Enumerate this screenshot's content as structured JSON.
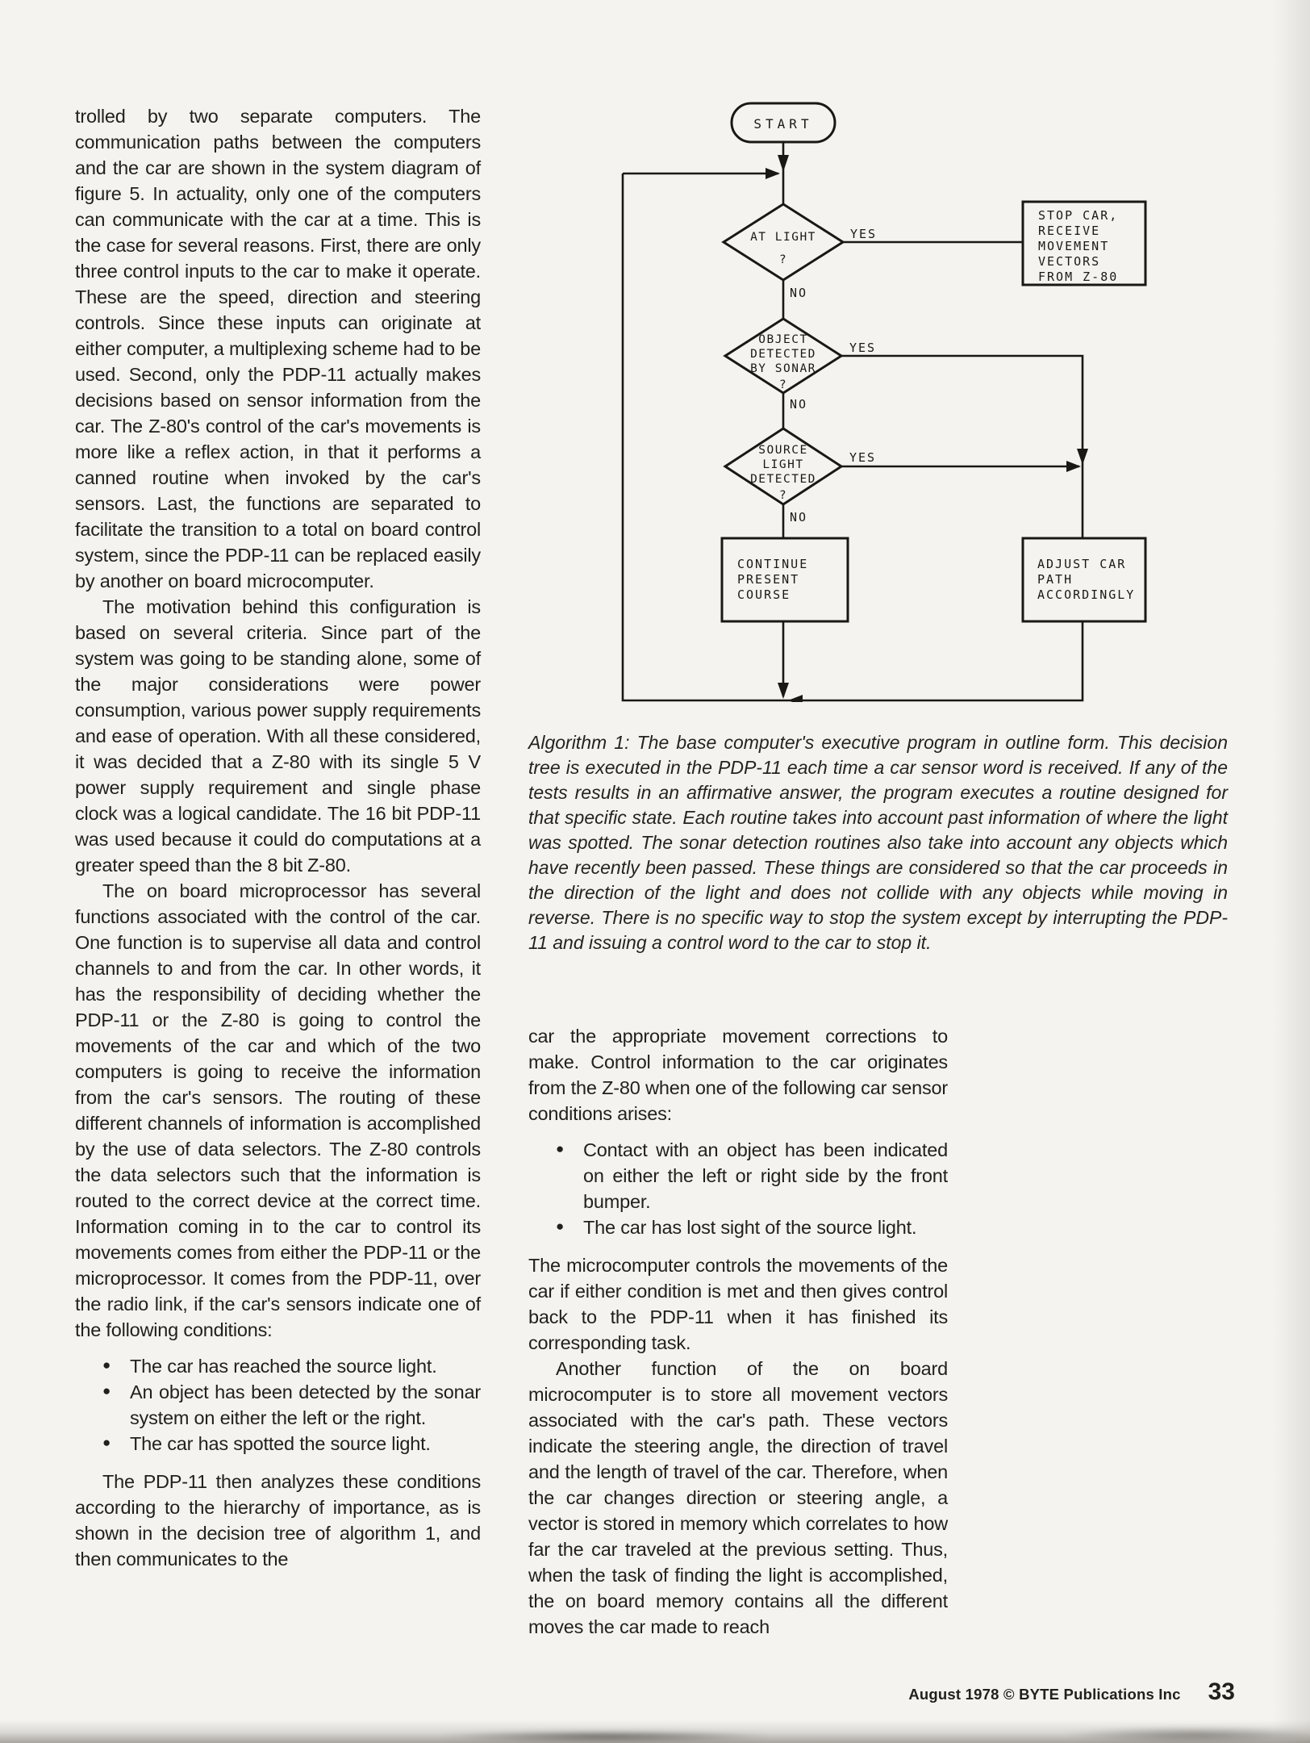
{
  "page": {
    "paper_color": "#f4f3f0",
    "ink_color": "#221f1c",
    "footer": {
      "credit": "August 1978 © BYTE Publications Inc",
      "page_number": "33"
    }
  },
  "article": {
    "left_column": {
      "paragraphs": [
        "trolled by two separate computers. The communication paths between the computers and the car are shown in the system diagram of figure 5. In actuality, only one of the computers can communicate with the car at a time. This is the case for several reasons. First, there are only three control inputs to the car to make it operate. These are the speed, direction and steering controls. Since these inputs can originate at either computer, a multiplexing scheme had to be used. Second, only the PDP-11 actually makes decisions based on sensor information from the car. The Z-80's control of the car's movements is more like a reflex action, in that it performs a canned routine when invoked by the car's sensors. Last, the functions are separated to facilitate the transition to a total on board control system, since the PDP-11 can be replaced easily by another on board microcomputer.",
        "The motivation behind this configuration is based on several criteria. Since part of the system was going to be standing alone, some of the major considerations were power consumption, various power supply requirements and ease of operation. With all these considered, it was decided that a Z-80 with its single 5 V power supply requirement and single phase clock was a logical candidate. The 16 bit PDP-11 was used because it could do computations at a greater speed than the 8 bit Z-80.",
        "The on board microprocessor has several functions associated with the control of the car. One function is to supervise all data and control channels to and from the car. In other words, it has the responsibility of deciding whether the PDP-11 or the Z-80 is going to control the movements of the car and which of the two computers is going to receive the information from the car's sensors. The routing of these different channels of information is accomplished by the use of data selectors. The Z-80 controls the data selectors such that the information is routed to the correct device at the correct time. Information coming in to the car to control its movements comes from either the PDP-11 or the microprocessor. It comes from the PDP-11, over the radio link, if the car's sensors indicate one of the following conditions:"
      ],
      "bullet_glyph": "●",
      "bullets": [
        "The car has reached the source light.",
        "An object has been detected by the sonar system on either the left or the right.",
        "The car has spotted the source light."
      ],
      "closing_paragraph": "The PDP-11 then analyzes these conditions according to the hierarchy of importance, as is shown in the decision tree of algorithm 1, and then communicates to the"
    },
    "right_column": {
      "lead_paragraph": "car the appropriate movement corrections to make. Control information to the car originates from the Z-80 when one of the following car sensor conditions arises:",
      "bullet_glyph": "●",
      "bullets": [
        "Contact with an object has been indicated on either the left or right side by the front bumper.",
        "The car has lost sight of the source light."
      ],
      "paragraphs": [
        "The microcomputer controls the movements of the car if either condition is met and then gives control back to the PDP-11 when it has finished its corresponding task.",
        "Another function of the on board microcomputer is to store all movement vectors associated with the car's path. These vectors indicate the steering angle, the direction of travel and the length of travel of the car. Therefore, when the car changes direction or steering angle, a vector is stored in memory which correlates to how far the car traveled at the previous setting. Thus, when the task of finding the light is accomplished, the on board memory contains all the different moves the car made to reach"
      ]
    }
  },
  "figure": {
    "caption": "Algorithm 1: The base computer's executive program in outline form. This decision tree is executed in the PDP-11 each time a car sensor word is received. If any of the tests results in an affirmative answer, the program executes a routine designed for that specific state. Each routine takes into account past information of where the light was spotted. The sonar detection routines also take into account any objects which have recently been passed. These things are considered so that the car proceeds in the direction of the light and does not collide with any objects while moving in reverse. There is no specific way to stop the system except by interrupting the PDP-11 and issuing a control word to the car to stop it.",
    "flowchart": {
      "start_label": "START",
      "yes_label": "YES",
      "no_label": "NO",
      "at_light_decision": {
        "lines": [
          "AT LIGHT",
          "?"
        ]
      },
      "sonar_decision": {
        "lines": [
          "OBJECT",
          "DETECTED",
          "BY SONAR",
          "?"
        ]
      },
      "source_light_decision": {
        "lines": [
          "SOURCE",
          "LIGHT",
          "DETECTED",
          "?"
        ]
      },
      "stop_car_box": {
        "lines": [
          "STOP CAR,",
          "RECEIVE",
          "MOVEMENT",
          "VECTORS",
          "FROM Z-80"
        ]
      },
      "continue_box": {
        "lines": [
          "CONTINUE",
          "PRESENT",
          "COURSE"
        ]
      },
      "adjust_box": {
        "lines": [
          "ADJUST CAR",
          "PATH",
          "ACCORDINGLY"
        ]
      }
    }
  }
}
